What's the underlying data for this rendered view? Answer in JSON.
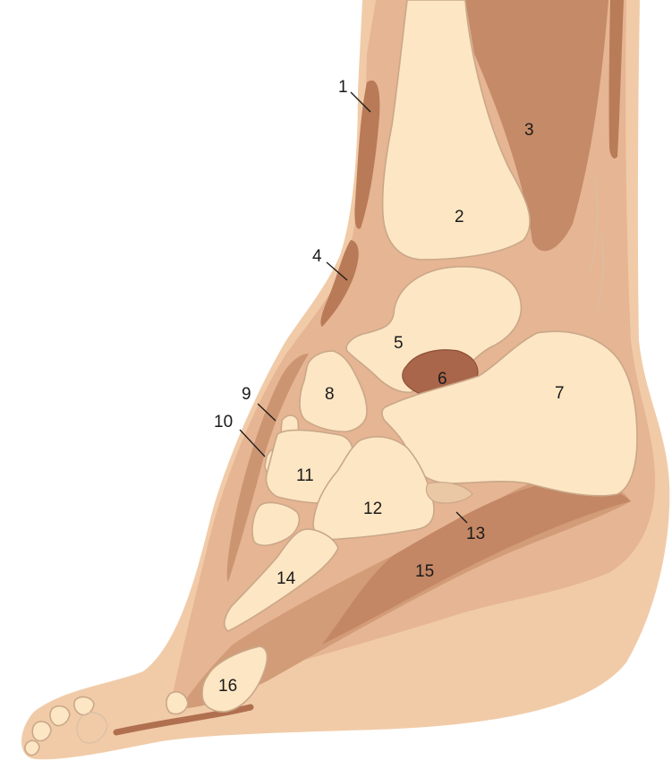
{
  "colors": {
    "background": "#ffffff",
    "skin": "#f0c9a6",
    "soft_tissue": "#e3b391",
    "bone": "#fde6c3",
    "muscle": "#cf9a78",
    "dark_muscle": "#b97e5c",
    "talus_core": "#a9664a",
    "label": "#1a1a1a"
  },
  "labels": [
    {
      "id": "1",
      "text": "1"
    },
    {
      "id": "2",
      "text": "2"
    },
    {
      "id": "3",
      "text": "3"
    },
    {
      "id": "4",
      "text": "4"
    },
    {
      "id": "5",
      "text": "5"
    },
    {
      "id": "6",
      "text": "6"
    },
    {
      "id": "7",
      "text": "7"
    },
    {
      "id": "8",
      "text": "8"
    },
    {
      "id": "9",
      "text": "9"
    },
    {
      "id": "10",
      "text": "10"
    },
    {
      "id": "11",
      "text": "11"
    },
    {
      "id": "12",
      "text": "12"
    },
    {
      "id": "13",
      "text": "13"
    },
    {
      "id": "14",
      "text": "14"
    },
    {
      "id": "15",
      "text": "15"
    },
    {
      "id": "16",
      "text": "16"
    }
  ]
}
